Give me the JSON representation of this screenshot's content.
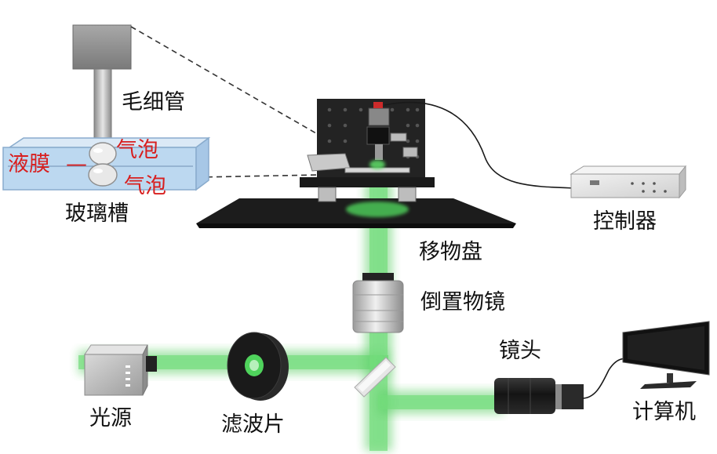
{
  "labels": {
    "capillary": "毛细管",
    "liquid_film": "液膜",
    "bubble_top": "气泡",
    "bubble_bottom": "气泡",
    "glass_tank": "玻璃槽",
    "controller": "控制器",
    "stage": "移物盘",
    "objective": "倒置物镜",
    "lens": "镜头",
    "light_source": "光源",
    "filter": "滤波片",
    "computer": "计算机",
    "dash": "—"
  },
  "colors": {
    "text": "#111111",
    "red_text": "#d81e1e",
    "beam_green": "#3cc54a",
    "tank_water": "#bcd8f0",
    "tank_edge": "#8aaccd",
    "frame_dark": "#1d1d1d",
    "device_gray": "#bdbdbd"
  }
}
